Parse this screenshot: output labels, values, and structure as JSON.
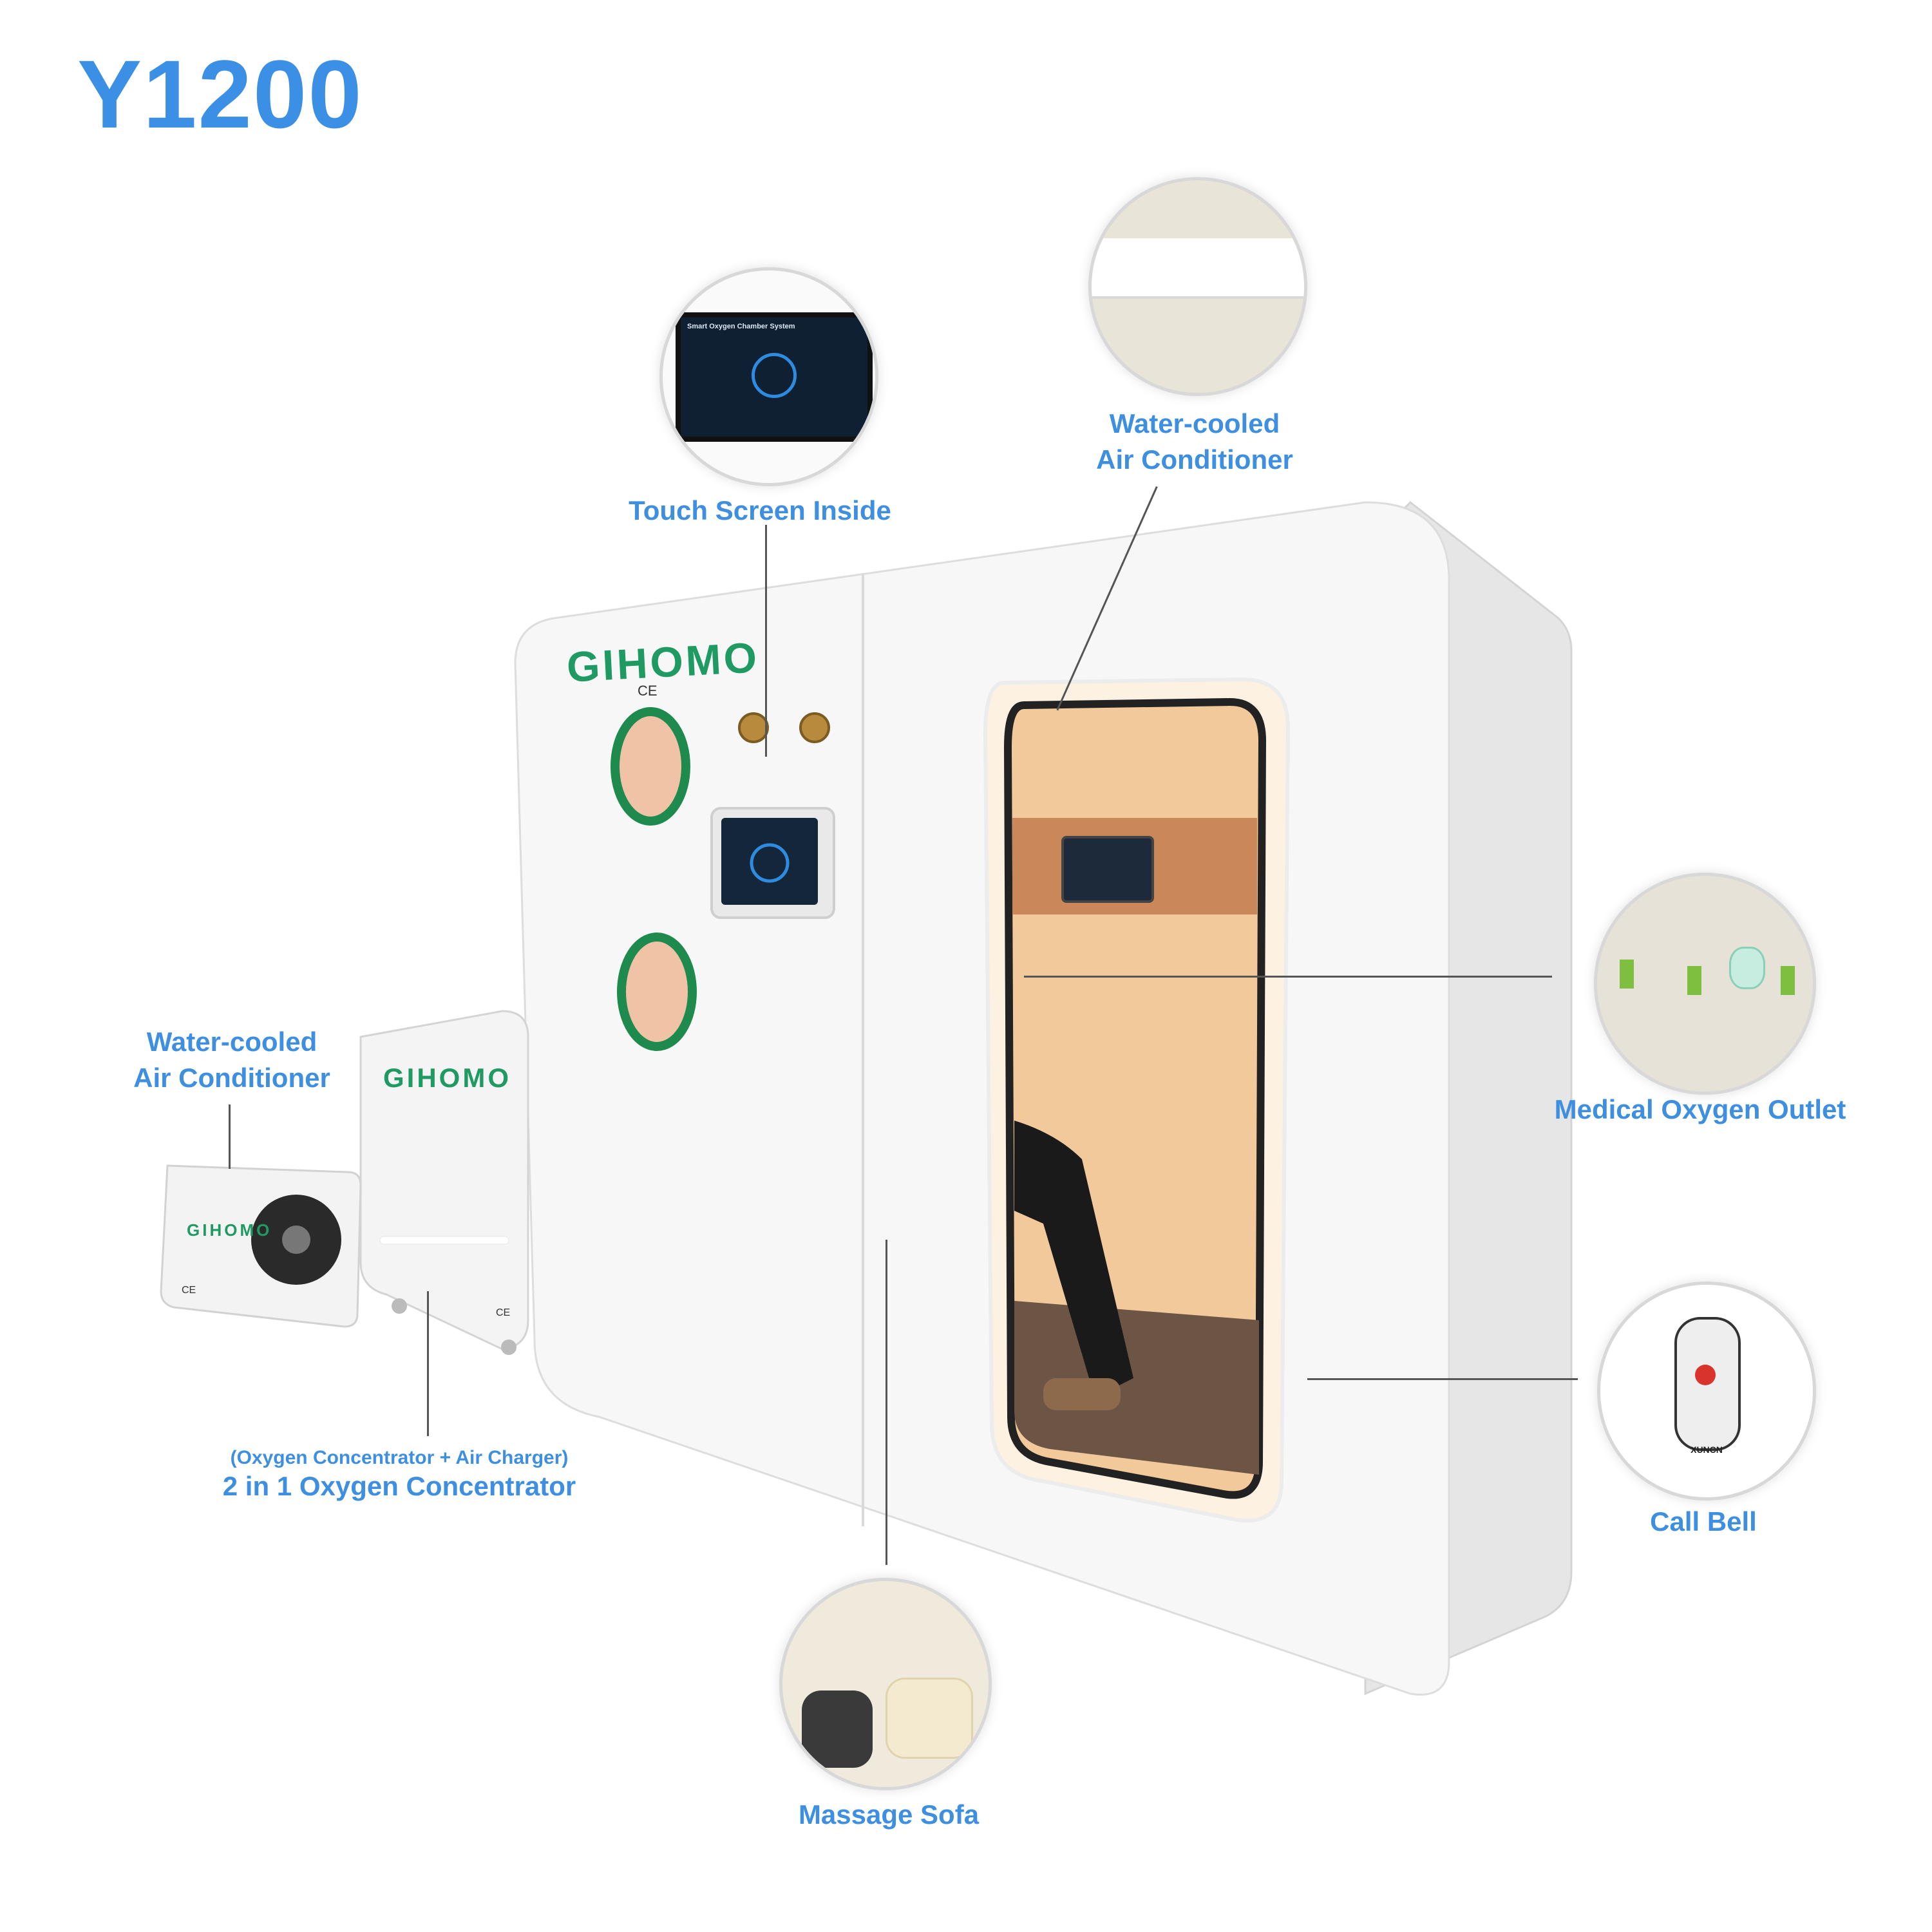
{
  "model": "Y1200",
  "brand": "GIHOMO",
  "ce_mark": "CE",
  "screen_header": "Smart Oxygen Chamber System",
  "bell_brand": "XUNCN",
  "labels": {
    "touch_screen": "Touch Screen Inside",
    "ac_top_line1": "Water-cooled",
    "ac_top_line2": "Air Conditioner",
    "ac_left_line1": "Water-cooled",
    "ac_left_line2": "Air Conditioner",
    "oxygen_outlet": "Medical Oxygen Outlet",
    "call_bell": "Call Bell",
    "massage_sofa": "Massage Sofa",
    "concentrator_sub": "(Oxygen Concentrator + Air Charger)",
    "concentrator_main": "2 in 1 Oxygen Concentrator"
  },
  "colors": {
    "accent_blue": "#3b8fe5",
    "brand_green": "#1f9a63",
    "interior_warm": "#f2c99a"
  }
}
